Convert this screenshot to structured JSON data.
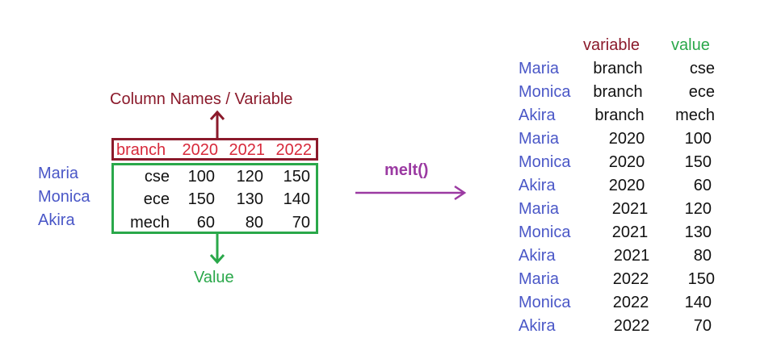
{
  "left": {
    "column_names_label": "Column Names / Variable",
    "value_label": "Value",
    "row_names": [
      "Maria",
      "Monica",
      "Akira"
    ],
    "header": [
      "branch",
      "2020",
      "2021",
      "2022"
    ],
    "rows": [
      [
        "cse",
        "100",
        "120",
        "150"
      ],
      [
        "ece",
        "150",
        "130",
        "140"
      ],
      [
        "mech",
        "60",
        "80",
        "70"
      ]
    ]
  },
  "operation": {
    "label": "melt()"
  },
  "right": {
    "header": {
      "variable": "variable",
      "value": "value"
    },
    "rows": [
      {
        "name": "Maria",
        "variable": "branch",
        "value": "cse"
      },
      {
        "name": "Monica",
        "variable": "branch",
        "value": "ece"
      },
      {
        "name": "Akira",
        "variable": "branch",
        "value": "mech"
      },
      {
        "name": "Maria",
        "variable": "2020",
        "value": "100"
      },
      {
        "name": "Monica",
        "variable": "2020",
        "value": "150"
      },
      {
        "name": "Akira",
        "variable": "2020",
        "value": "60"
      },
      {
        "name": "Maria",
        "variable": "2021",
        "value": "120"
      },
      {
        "name": "Monica",
        "variable": "2021",
        "value": "130"
      },
      {
        "name": "Akira",
        "variable": "2021",
        "value": "80"
      },
      {
        "name": "Maria",
        "variable": "2022",
        "value": "150"
      },
      {
        "name": "Monica",
        "variable": "2022",
        "value": "140"
      },
      {
        "name": "Akira",
        "variable": "2022",
        "value": "70"
      }
    ]
  },
  "colors": {
    "variable": "#8b1a2b",
    "column_header": "#d7283a",
    "row_names": "#4a57c7",
    "value": "#2aa84a",
    "operation": "#9b3aa2"
  }
}
